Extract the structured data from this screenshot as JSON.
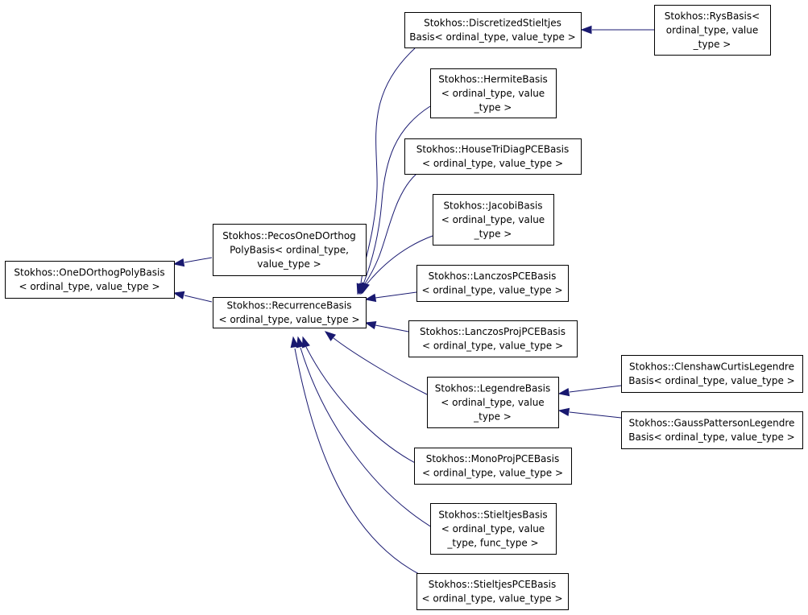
{
  "diagram": {
    "type": "class-inheritance-graph",
    "colors": {
      "edge": "#191970",
      "node_border": "#000000",
      "node_fill": "#ffffff",
      "text": "#000000"
    },
    "nodes": {
      "onedorthog": {
        "lines": [
          "Stokhos::OneDOrthogPolyBasis",
          "< ordinal_type, value_type >"
        ]
      },
      "pecos": {
        "lines": [
          "Stokhos::PecosOneDOrthog",
          "PolyBasis< ordinal_type,",
          "value_type >"
        ]
      },
      "recurrence": {
        "lines": [
          "Stokhos::RecurrenceBasis",
          "< ordinal_type, value_type >"
        ]
      },
      "discretized": {
        "lines": [
          "Stokhos::DiscretizedStieltjes",
          "Basis< ordinal_type, value_type >"
        ]
      },
      "rys": {
        "lines": [
          "Stokhos::RysBasis<",
          "ordinal_type, value",
          "_type >"
        ]
      },
      "hermite": {
        "lines": [
          "Stokhos::HermiteBasis",
          "< ordinal_type, value",
          "_type >"
        ]
      },
      "housetridiag": {
        "lines": [
          "Stokhos::HouseTriDiagPCEBasis",
          "< ordinal_type, value_type >"
        ]
      },
      "jacobi": {
        "lines": [
          "Stokhos::JacobiBasis",
          "< ordinal_type, value",
          "_type >"
        ]
      },
      "lanczos": {
        "lines": [
          "Stokhos::LanczosPCEBasis",
          "< ordinal_type, value_type >"
        ]
      },
      "lanczosproj": {
        "lines": [
          "Stokhos::LanczosProjPCEBasis",
          "< ordinal_type, value_type >"
        ]
      },
      "legendre": {
        "lines": [
          "Stokhos::LegendreBasis",
          "< ordinal_type, value",
          "_type >"
        ]
      },
      "clenshaw": {
        "lines": [
          "Stokhos::ClenshawCurtisLegendre",
          "Basis< ordinal_type, value_type >"
        ]
      },
      "gausspatterson": {
        "lines": [
          "Stokhos::GaussPattersonLegendre",
          "Basis< ordinal_type, value_type >"
        ]
      },
      "monoproj": {
        "lines": [
          "Stokhos::MonoProjPCEBasis",
          "< ordinal_type, value_type >"
        ]
      },
      "stieltjes": {
        "lines": [
          "Stokhos::StieltjesBasis",
          "< ordinal_type, value",
          "_type, func_type >"
        ]
      },
      "stieltjespce": {
        "lines": [
          "Stokhos::StieltjesPCEBasis",
          "< ordinal_type, value_type >"
        ]
      }
    },
    "edges": [
      {
        "from": "pecos",
        "to": "onedorthog"
      },
      {
        "from": "recurrence",
        "to": "onedorthog"
      },
      {
        "from": "discretized",
        "to": "recurrence"
      },
      {
        "from": "hermite",
        "to": "recurrence"
      },
      {
        "from": "housetridiag",
        "to": "recurrence"
      },
      {
        "from": "jacobi",
        "to": "recurrence"
      },
      {
        "from": "lanczos",
        "to": "recurrence"
      },
      {
        "from": "lanczosproj",
        "to": "recurrence"
      },
      {
        "from": "legendre",
        "to": "recurrence"
      },
      {
        "from": "monoproj",
        "to": "recurrence"
      },
      {
        "from": "stieltjes",
        "to": "recurrence"
      },
      {
        "from": "stieltjespce",
        "to": "recurrence"
      },
      {
        "from": "rys",
        "to": "discretized"
      },
      {
        "from": "clenshaw",
        "to": "legendre"
      },
      {
        "from": "gausspatterson",
        "to": "legendre"
      }
    ]
  }
}
